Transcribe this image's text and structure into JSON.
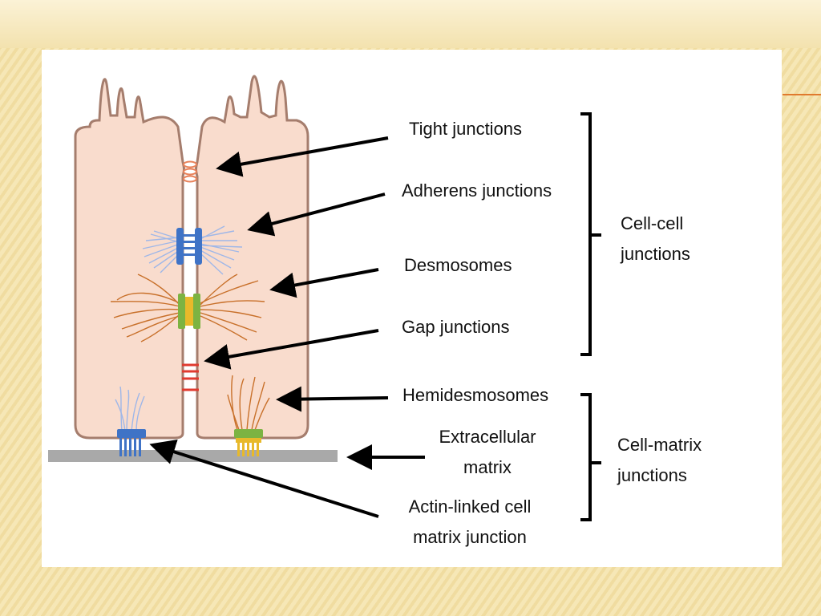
{
  "slide": {
    "accent_color": "#e07a2e",
    "cell_fill": "#f9dccd",
    "cell_outline": "#a57d6d"
  },
  "labels": {
    "tight_junctions": "Tight junctions",
    "adherens_junctions": "Adherens junctions",
    "desmosomes": "Desmosomes",
    "gap_junctions": "Gap junctions",
    "hemidesmosomes": "Hemidesmosomes",
    "extracellular_matrix_line1": "Extracellular",
    "extracellular_matrix_line2": "matrix",
    "actin_linked_line1": "Actin-linked cell",
    "actin_linked_line2": "matrix junction",
    "cell_cell_line1": "Cell-cell",
    "cell_cell_line2": "junctions",
    "cell_matrix_line1": "Cell-matrix",
    "cell_matrix_line2": "junctions"
  },
  "colors": {
    "adherens_protein": "#3f73c6",
    "adherens_filaments": "#9fb7e8",
    "desmosome_protein": "#7cb342",
    "desmosome_plaque": "#e8b92a",
    "desmosome_filaments": "#c8702a",
    "gap_junction": "#e03a2f",
    "hemidesmosome_protein": "#7cb342",
    "actin_linked_protein": "#3f73c6",
    "matrix": "#a9a9a9"
  }
}
